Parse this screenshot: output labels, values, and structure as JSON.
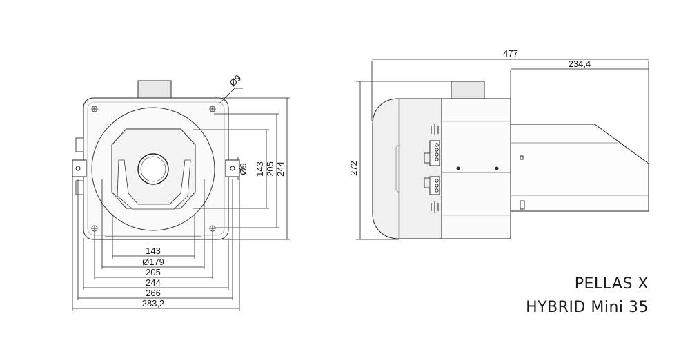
{
  "title": {
    "line1": "PELLAS X",
    "line2": "HYBRID Mini 35"
  },
  "front_view": {
    "bottom_dimensions": [
      "143",
      "Ø179",
      "205",
      "244",
      "266",
      "283,2"
    ],
    "right_dimensions": [
      "Ø9",
      "143",
      "205",
      "244"
    ],
    "hole_label": "Ø9"
  },
  "side_view": {
    "overall_length": "477",
    "feeder_length": "234,4",
    "height": "272"
  }
}
